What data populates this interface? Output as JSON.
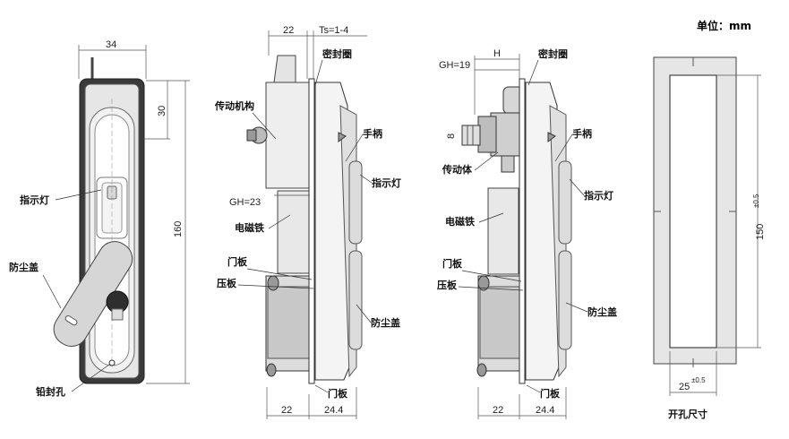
{
  "unit_label": "单位：mm",
  "view1": {
    "dim_width": "34",
    "dim_top": "30",
    "dim_height": "160",
    "label_indicator": "指示灯",
    "label_dust_cover": "防尘盖",
    "label_seal_hole": "铅封孔"
  },
  "view2": {
    "dim_22_top": "22",
    "dim_ts": "Ts=1-4",
    "dim_gh": "GH=23",
    "dim_22_bottom": "22",
    "dim_24_4": "24.4",
    "label_seal_ring": "密封圈",
    "label_drive_mech": "传动机构",
    "label_handle": "手柄",
    "label_indicator": "指示灯",
    "label_electromagnet": "电磁铁",
    "label_door_panel": "门板",
    "label_press_plate": "压板",
    "label_dust_cover": "防尘盖",
    "label_door_panel_bottom": "门板"
  },
  "view3": {
    "dim_h": "H",
    "dim_gh": "GH=19",
    "dim_8": "8",
    "dim_22_bottom": "22",
    "dim_24_4": "24.4",
    "label_seal_ring": "密封圈",
    "label_handle": "手柄",
    "label_drive_body": "传动体",
    "label_indicator": "指示灯",
    "label_electromagnet": "电磁铁",
    "label_door_panel": "门板",
    "label_press_plate": "压板",
    "label_dust_cover": "防尘盖",
    "label_door_panel_bottom": "门板"
  },
  "cutout": {
    "dim_height": "150",
    "dim_height_tol": "±0.5",
    "dim_width": "25",
    "dim_width_tol": "±0.5",
    "caption": "开孔尺寸"
  }
}
